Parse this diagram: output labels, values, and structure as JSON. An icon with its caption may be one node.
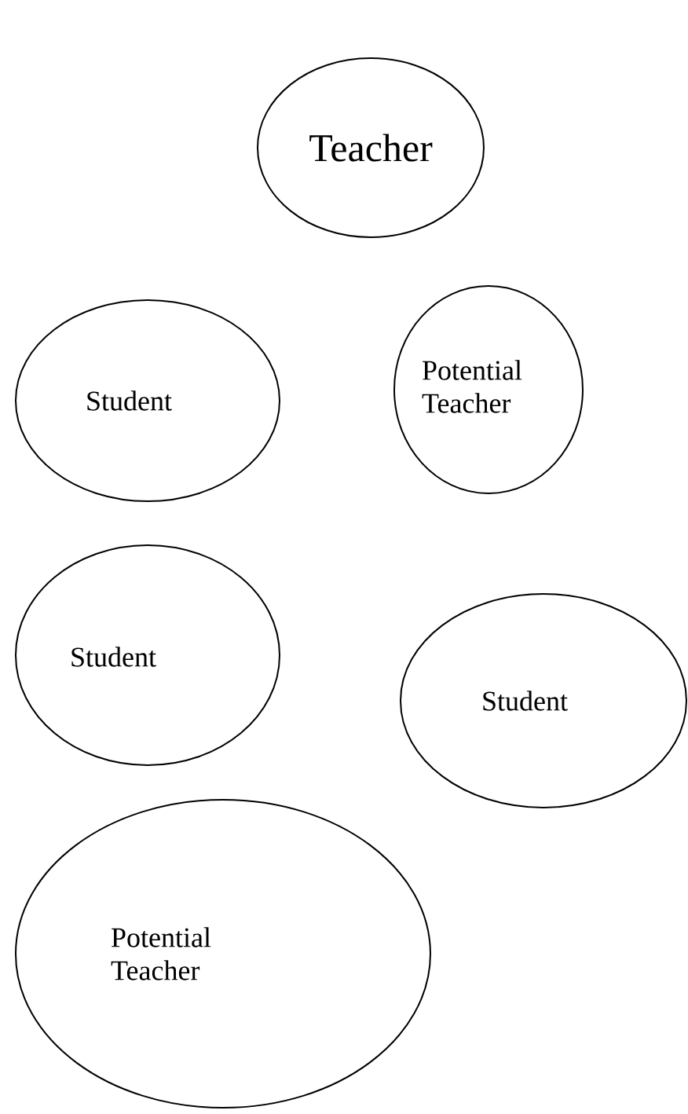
{
  "diagram": {
    "nodes": [
      {
        "text": [
          "Teacher"
        ]
      },
      {
        "text": [
          "Student"
        ]
      },
      {
        "text": [
          "Potential Teacher"
        ]
      },
      {
        "text": [
          "Student"
        ]
      },
      {
        "text": [
          "Student"
        ]
      },
      {
        "text": [
          "Potential Teacher"
        ]
      }
    ]
  }
}
